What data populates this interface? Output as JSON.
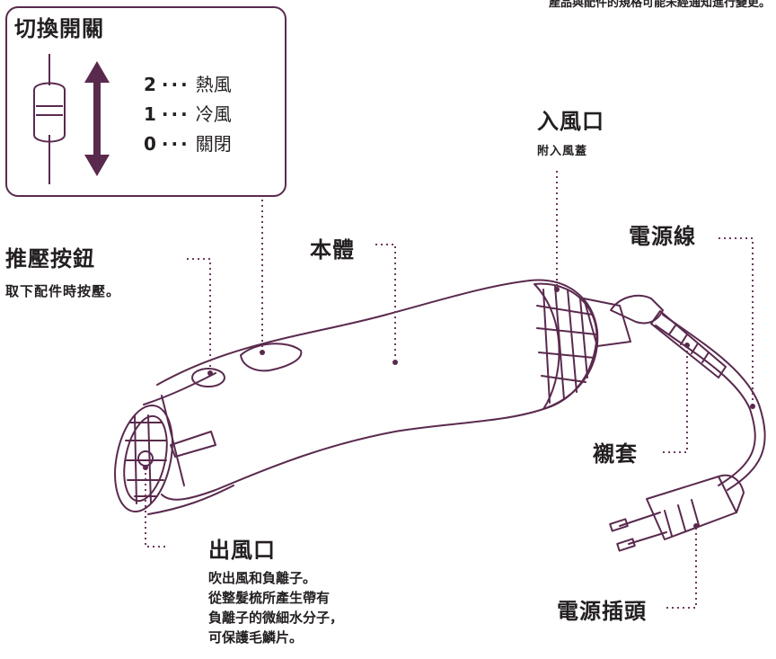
{
  "note": "產品與配件的規格可能未經通知進行變更。",
  "switch_panel": {
    "title": "切換開關",
    "positions": [
      {
        "num": "2",
        "label": "熱風"
      },
      {
        "num": "1",
        "label": "冷風"
      },
      {
        "num": "0",
        "label": "關閉"
      }
    ]
  },
  "labels": {
    "release_button": {
      "title": "推壓按鈕",
      "desc": "取下配件時按壓。"
    },
    "body": {
      "title": "本體"
    },
    "air_inlet": {
      "title": "入風口",
      "desc": "附入風蓋"
    },
    "power_cord": {
      "title": "電源線"
    },
    "bushing": {
      "title": "襯套"
    },
    "air_outlet": {
      "title": "出風口",
      "desc": [
        "吹出風和負離子。",
        "從整髮梳所產生帶有",
        "負離子的微細水分子，",
        "可保護毛鱗片。"
      ]
    },
    "power_plug": {
      "title": "電源插頭"
    }
  },
  "colors": {
    "accent": "#5a2a4e",
    "line": "#231f20",
    "leader": "#6b3a5f"
  }
}
